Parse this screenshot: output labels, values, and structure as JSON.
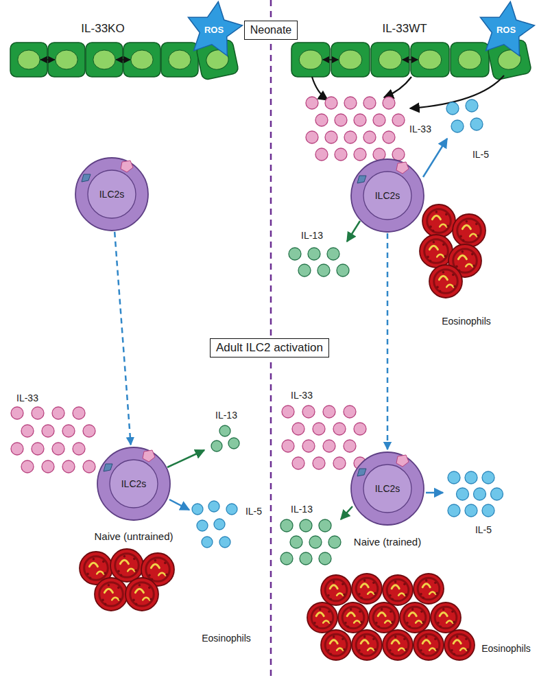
{
  "diagram": {
    "nodes": [
      {
        "text": [
          "ROS"
        ]
      },
      {
        "text": [
          "Neonate"
        ]
      },
      {
        "text": [
          "ROS"
        ]
      },
      {
        "text": [
          "ILC2s"
        ]
      },
      {
        "text": [
          "ILC2s"
        ]
      },
      {
        "text": [
          "Adult ILC2 activation"
        ]
      },
      {
        "text": [
          "ILC2s"
        ]
      },
      {
        "text": [
          "ILC2s"
        ]
      }
    ],
    "edges": [
      {
        "from": 3,
        "to": 6,
        "arrow": "to"
      },
      {
        "from": 4,
        "to": 7,
        "arrow": "to"
      }
    ],
    "labels": [
      "IL-33KO",
      "IL-33WT",
      "IL-33",
      "IL-5",
      "IL-13",
      "Eosinophils",
      "IL-33",
      "IL-13",
      "IL-5",
      "Naive (untrained)",
      "Eosinophils",
      "IL-33",
      "IL-13",
      "IL-5",
      "Naive (trained)",
      "Eosinophils"
    ]
  }
}
